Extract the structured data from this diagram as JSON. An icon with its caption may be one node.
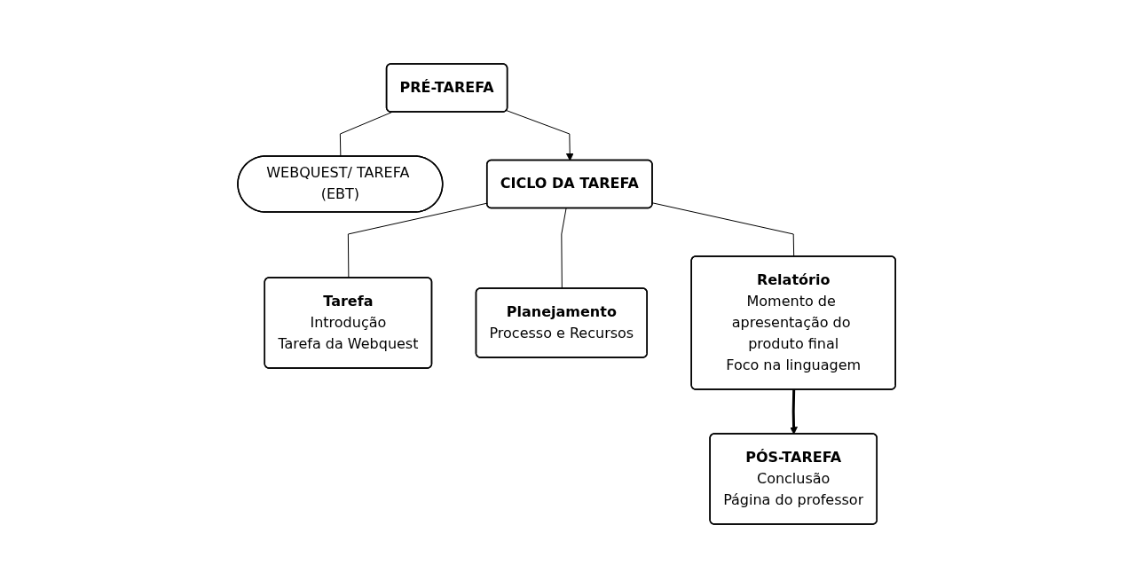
{
  "diagram": {
    "nodes": [
      {
        "text": [
          "WEBQUEST/ TAREFA (EBT)"
        ]
      },
      {
        "text": [
          "PRÉ-TAREFA"
        ]
      },
      {
        "text": [
          "PÓS-TAREFA",
          "Conclusão",
          "Página do professor"
        ]
      },
      {
        "text": [
          "CICLO DA TAREFA"
        ]
      },
      {
        "text": [
          "Tarefa",
          "Introdução",
          "Tarefa da Webquest"
        ]
      },
      {
        "text": [
          "Planejamento",
          "Processo e Recursos"
        ]
      },
      {
        "text": [
          "Relatório",
          "Momento de apresentação do produto final",
          "Foco na linguagem"
        ]
      }
    ],
    "edges": [
      {
        "from": 1,
        "to": 0,
        "arrow": "none"
      },
      {
        "from": 1,
        "to": 3,
        "arrow": "to"
      },
      {
        "from": 3,
        "to": 4,
        "arrow": "none"
      },
      {
        "from": 3,
        "to": 5,
        "arrow": "none"
      },
      {
        "from": 3,
        "to": 6,
        "arrow": "none"
      },
      {
        "from": 6,
        "to": 2,
        "arrow": "to",
        "style": "thick"
      }
    ]
  }
}
